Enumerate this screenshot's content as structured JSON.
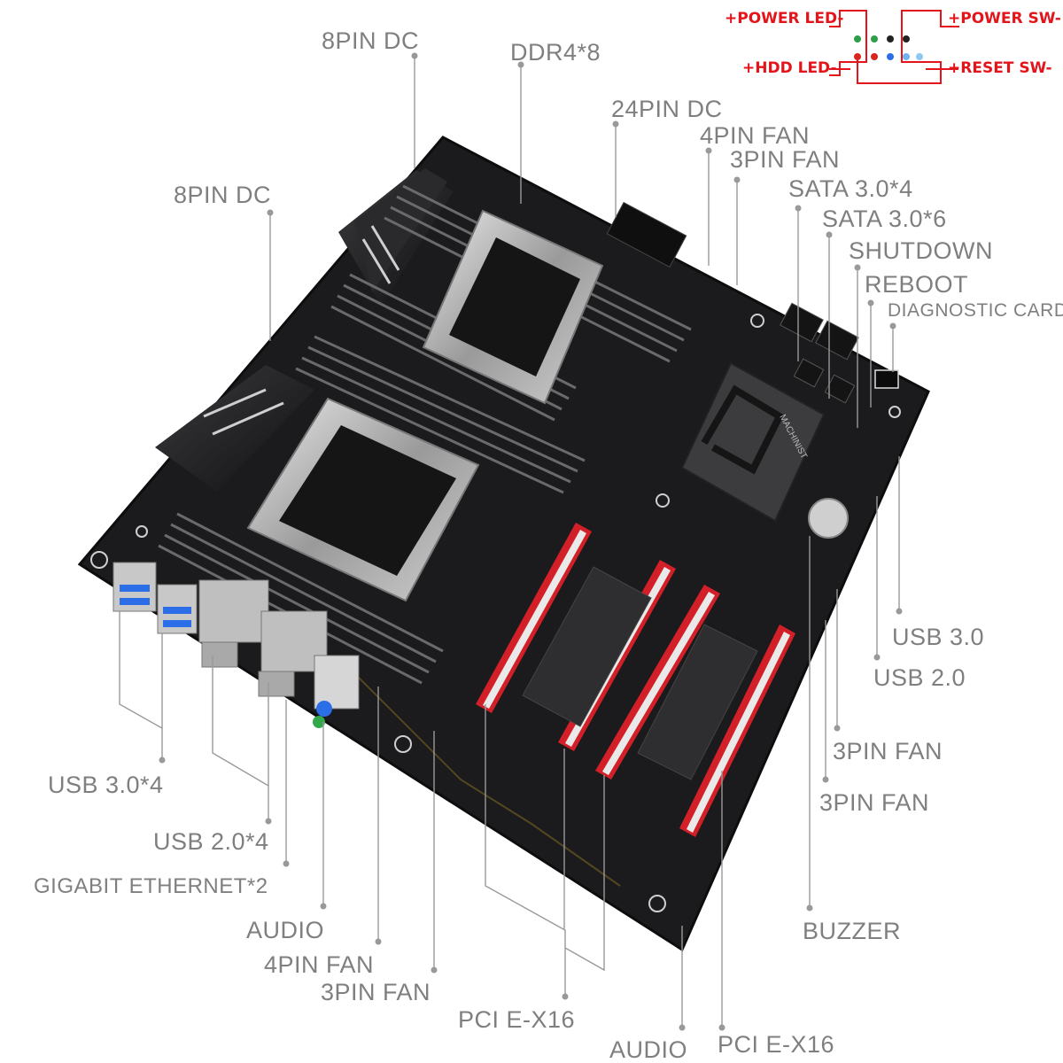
{
  "labels": {
    "pin8_dc_top": "8PIN DC",
    "ddr4": "DDR4*8",
    "pin24_dc": "24PIN  DC",
    "fan4_top": "4PIN FAN",
    "fan3_top": "3PIN FAN",
    "sata_4": "SATA 3.0*4",
    "sata_6": "SATA 3.0*6",
    "shutdown": "SHUTDOWN",
    "reboot": "REBOOT",
    "diag_card": "DIAGNOSTIC CARD",
    "pin8_dc_left": "8PIN DC",
    "usb30": "USB 3.0",
    "usb20": "USB 2.0",
    "fan3_right_a": "3PIN FAN",
    "fan3_right_b": "3PIN FAN",
    "buzzer": "BUZZER",
    "usb30x4": "USB 3.0*4",
    "usb20x4": "USB 2.0*4",
    "gigabit": "GIGABIT ETHERNET*2",
    "audio_rear": "AUDIO",
    "fan4_bottom": "4PIN FAN",
    "fan3_bottom": "3PIN FAN",
    "pcie_a": "PCI E-X16",
    "audio_front": "AUDIO",
    "pcie_b": "PCI E-X16"
  },
  "front_panel": {
    "power_led": "+POWER LED-",
    "power_sw": "+POWER SW-",
    "hdd_led": "+HDD LED-",
    "reset_sw": "+RESET SW-",
    "pin_colors": [
      "#2e9e48",
      "#2e9e48",
      "#222222",
      "#222222",
      "#d9261c",
      "#d9261c",
      "#2b6ee8",
      "#6fb6f0"
    ]
  },
  "board": {
    "brand": "MACHINIST",
    "slot_color": "#d32028",
    "pcb_color": "#1b1b1d"
  }
}
